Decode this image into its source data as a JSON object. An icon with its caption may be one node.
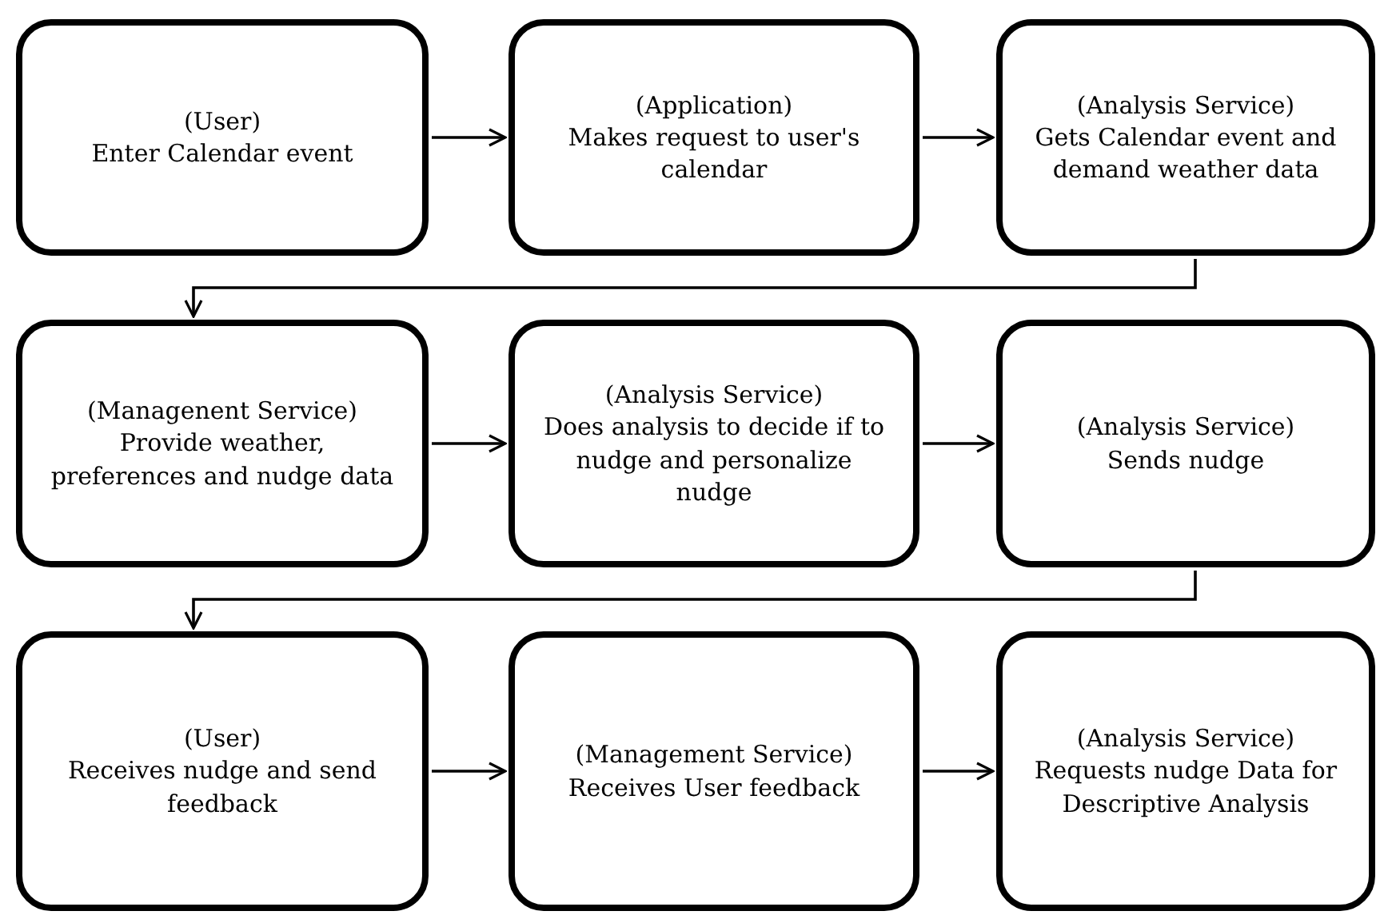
{
  "diagram": {
    "nodes": [
      {
        "text": [
          "(User)",
          "Enter Calendar event"
        ]
      },
      {
        "text": [
          "(Application)",
          "Makes request to user's calendar"
        ]
      },
      {
        "text": [
          "(Analysis Service)",
          "Gets Calendar event and demand weather data"
        ]
      },
      {
        "text": [
          "(Managenent Service)",
          "Provide weather, preferences and nudge data"
        ]
      },
      {
        "text": [
          "(Analysis Service)",
          "Does analysis to decide if to nudge and personalize nudge"
        ]
      },
      {
        "text": [
          "(Analysis Service)",
          "Sends nudge"
        ]
      },
      {
        "text": [
          "(User)",
          "Receives nudge and send feedback"
        ]
      },
      {
        "text": [
          "(Management Service)",
          "Receives User feedback"
        ]
      },
      {
        "text": [
          "(Analysis Service)",
          "Requests nudge Data for Descriptive Analysis"
        ]
      }
    ],
    "edges": [
      {
        "from": 0,
        "to": 1,
        "arrow": "to"
      },
      {
        "from": 1,
        "to": 2,
        "arrow": "to"
      },
      {
        "from": 2,
        "to": 3,
        "arrow": "to"
      },
      {
        "from": 3,
        "to": 4,
        "arrow": "to"
      },
      {
        "from": 4,
        "to": 5,
        "arrow": "to"
      },
      {
        "from": 5,
        "to": 6,
        "arrow": "to"
      },
      {
        "from": 6,
        "to": 7,
        "arrow": "to"
      },
      {
        "from": 7,
        "to": 8,
        "arrow": "to"
      }
    ]
  }
}
